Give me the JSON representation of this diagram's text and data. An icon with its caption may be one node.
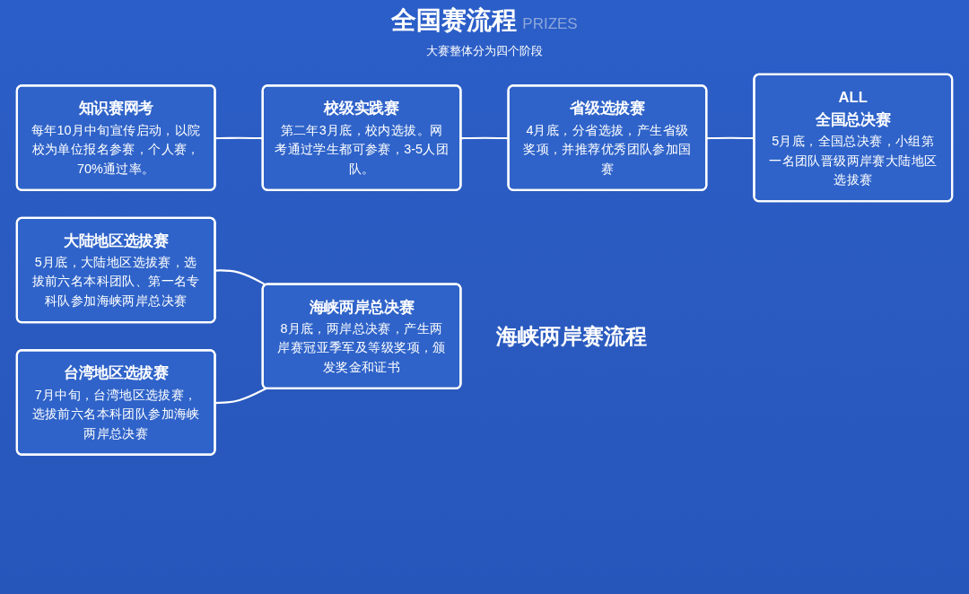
{
  "diagram": {
    "title": "全国赛流程",
    "nodes": [
      {
        "text": [
          "知识赛网考",
          "每年10月中旬宣传启动，以院校为单位报名参赛，个人赛，70%通过率。"
        ]
      },
      {
        "text": [
          "校级实践赛",
          "第二年3月底，校内选拔。网考通过学生都可参赛，3-5人团队。"
        ]
      },
      {
        "text": [
          "省级选拔赛",
          "4月底，分省选拔，产生省级奖项，并推荐优秀团队参加国赛"
        ]
      },
      {
        "text": [
          "ALL",
          "全国总决赛",
          "5月底，全国总决赛，小组第一名团队晋级两岸赛大陆地区选拔赛"
        ]
      },
      {
        "text": [
          "大陆地区选拔赛",
          "5月底，大陆地区选拔赛，选拔前六名本科团队、第一名专科队参加海峡两岸总决赛"
        ]
      },
      {
        "text": [
          "台湾地区选拔赛",
          "7月中旬，台湾地区选拔赛，选拔前六名本科团队参加海峡两岸总决赛"
        ]
      },
      {
        "text": [
          "海峡两岸总决赛",
          "8月底，两岸总决赛，产生两岸赛冠亚季军及等级奖项，颁发奖金和证书"
        ]
      }
    ],
    "edges": [
      {
        "from": 0,
        "to": 1,
        "arrow": "none"
      },
      {
        "from": 1,
        "to": 2,
        "arrow": "none"
      },
      {
        "from": 2,
        "to": 3,
        "arrow": "none"
      },
      {
        "from": 4,
        "to": 6,
        "arrow": "none"
      },
      {
        "from": 5,
        "to": 6,
        "arrow": "none"
      }
    ],
    "labels": [
      "PRIZES",
      "大赛整体分为四个阶段",
      "海峡两岸赛流程"
    ]
  }
}
